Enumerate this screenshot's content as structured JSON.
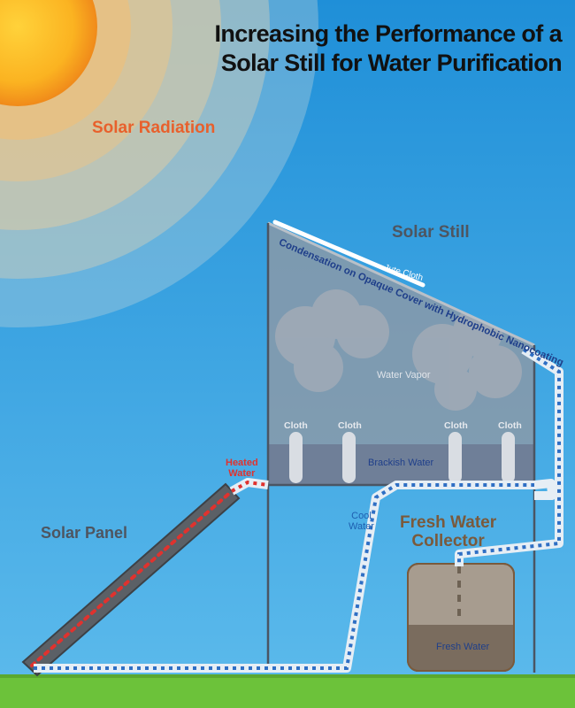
{
  "title": {
    "line1": "Increasing the Performance of a",
    "line2": "Solar Still for Water Purification"
  },
  "labels": {
    "solar_radiation": "Solar Radiation",
    "solar_still": "Solar Still",
    "jute_cloth": "Jute Cloth",
    "condensation": "Condensation on Opaque Cover with Hydrophobic Nanocoating",
    "water_vapor": "Water Vapor",
    "cloth": [
      "Cloth",
      "Cloth",
      "Cloth",
      "Cloth"
    ],
    "brackish_water": "Brackish Water",
    "heated_water": [
      "Heated",
      "Water"
    ],
    "cool_water": [
      "Cool",
      "Water"
    ],
    "fresh_water_collector": [
      "Fresh Water",
      "Collector"
    ],
    "solar_panel": "Solar Panel",
    "fresh_water": "Fresh Water"
  },
  "colors": {
    "sky_top": "#1f8fd8",
    "sky_bottom": "#5dbbec",
    "sun": "#f8a51c",
    "ground": "#6cc23a",
    "heated_pipe_dots": "#e0322e",
    "cool_pipe_dots": "#2f6fc4",
    "still_body": "#8c98a6",
    "brackish_water": "#6f7f98",
    "collector_water": "#7a6c5e"
  }
}
